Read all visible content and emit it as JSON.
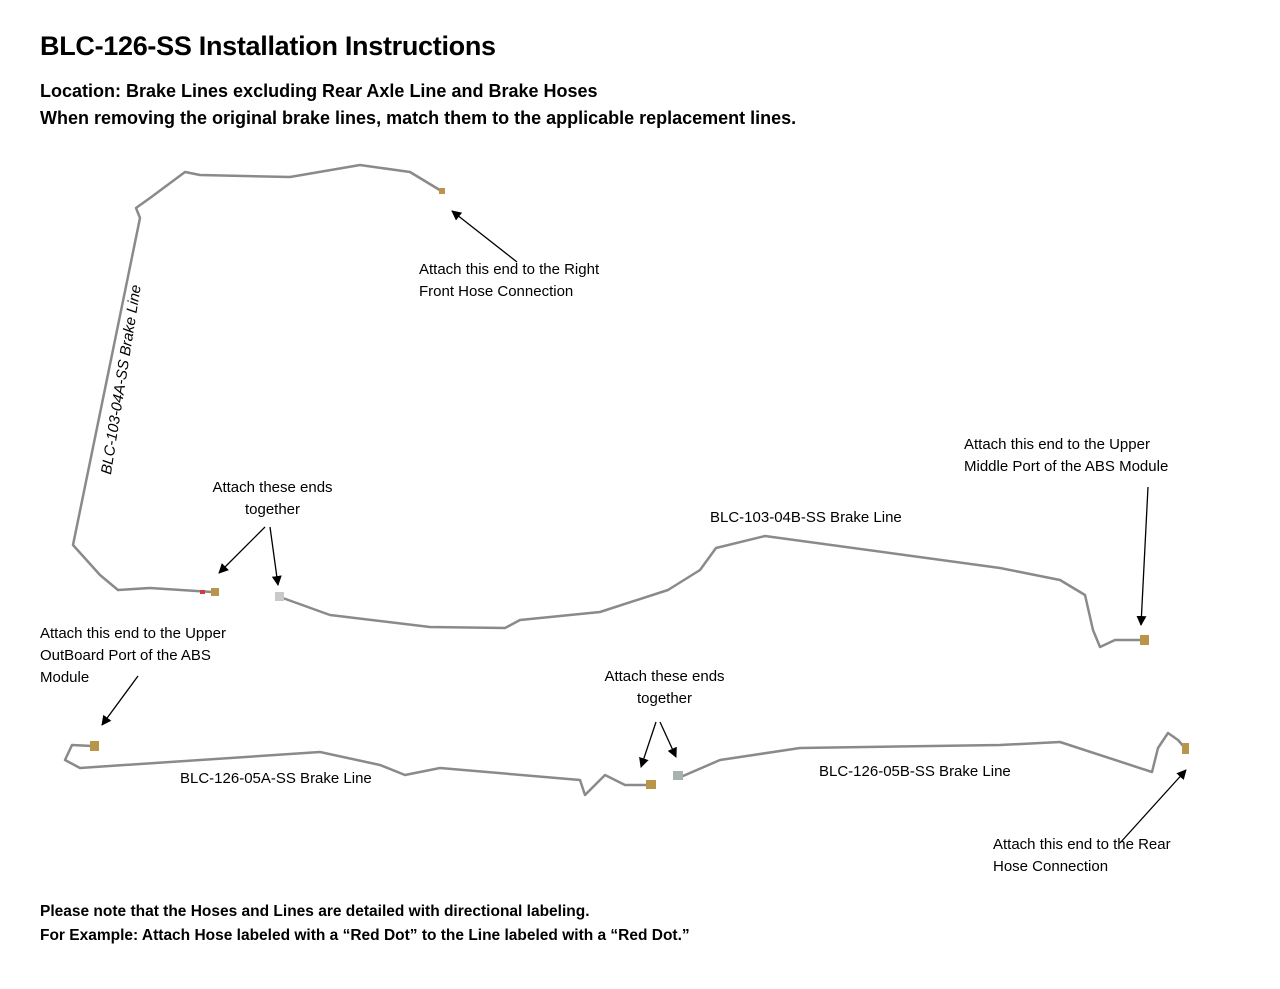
{
  "title": "BLC-126-SS Installation Instructions",
  "location": "Location: Brake Lines excluding Rear Axle Line and Brake Hoses",
  "instruction": "When removing the original brake lines, match them to the applicable replacement lines.",
  "line_labels": {
    "l04a": "BLC-103-04A-SS Brake Line",
    "l04b": "BLC-103-04B-SS Brake Line",
    "l05a": "BLC-126-05A-SS Brake Line",
    "l05b": "BLC-126-05B-SS Brake Line"
  },
  "callouts": {
    "right_front": [
      "Attach this end to the Right",
      "Front Hose Connection"
    ],
    "together1": [
      "Attach these ends",
      "together"
    ],
    "abs_middle": [
      "Attach this end to the Upper",
      "Middle Port of the ABS Module"
    ],
    "abs_outboard": [
      "Attach this end to the Upper",
      "OutBoard Port of the ABS",
      "Module"
    ],
    "together2": [
      "Attach these ends",
      "together"
    ],
    "rear_hose": [
      "Attach this end to the Rear",
      "Hose Connection"
    ]
  },
  "notes": [
    "Please note that the Hoses and Lines are detailed with directional labeling.",
    "For Example: Attach Hose labeled with a “Red Dot” to the Line labeled with a “Red Dot.”"
  ],
  "colors": {
    "tube": "#8a8a8a",
    "fitting": "#b8954a",
    "red_dot": "#d63a3a"
  }
}
